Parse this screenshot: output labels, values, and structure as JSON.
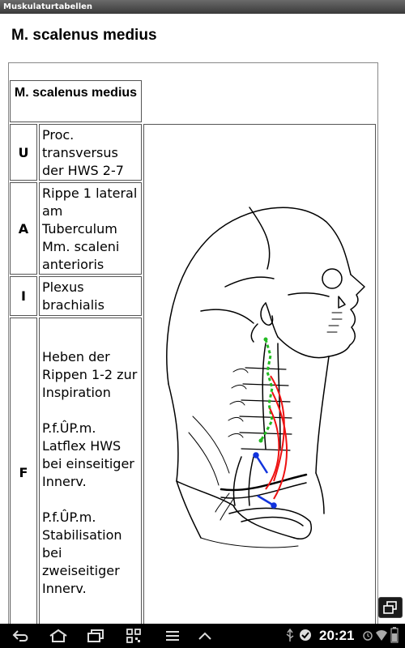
{
  "window": {
    "title": "Muskulaturtabellen"
  },
  "page": {
    "title": "M. scalenus medius"
  },
  "table": {
    "header": "M. scalenus medius",
    "rows": [
      {
        "label": "U",
        "text": "Proc. transversus der HWS 2-7"
      },
      {
        "label": "A",
        "text": "Rippe 1 lateral am Tuberculum Mm. scaleni anterioris"
      },
      {
        "label": "I",
        "text": "Plexus brachialis"
      },
      {
        "label": "F",
        "paragraphs": [
          "Heben der Rippen 1-2 zur Inspiration",
          "P.f.ÛP.m. Latflex HWS bei einseitiger Innerv.",
          "P.f.ÛP.m. Stabilisation bei zweiseitiger Innerv."
        ]
      }
    ]
  },
  "status": {
    "time": "20:21"
  },
  "icons": [
    "back-icon",
    "home-icon",
    "recent-apps-icon",
    "qr-code-icon",
    "menu-icon",
    "up-chevron-icon",
    "usb-icon",
    "notification-check-icon",
    "headphones-icon",
    "alarm-icon",
    "wifi-icon",
    "battery-icon",
    "window-restore-icon"
  ],
  "colors": {
    "origin_line": "#22bb22",
    "muscle_line": "#ee1111",
    "insertion_line": "#1133dd"
  }
}
